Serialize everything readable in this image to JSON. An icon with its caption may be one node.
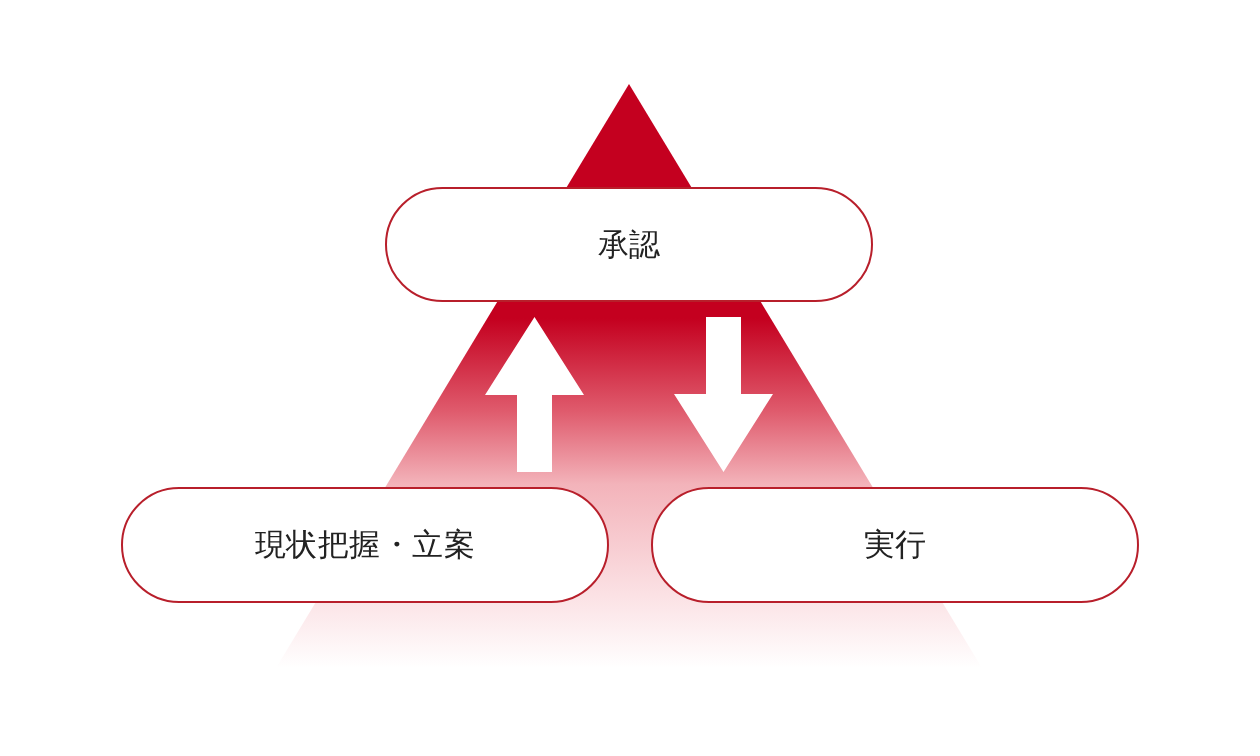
{
  "diagram": {
    "nodes": [
      {
        "text": [
          "承認"
        ]
      },
      {
        "text": [
          "現状把握・立案"
        ]
      },
      {
        "text": [
          "実行"
        ]
      }
    ],
    "edges": [
      {
        "from": 1,
        "to": 0,
        "arrow": "to"
      },
      {
        "from": 0,
        "to": 2,
        "arrow": "to"
      }
    ]
  }
}
